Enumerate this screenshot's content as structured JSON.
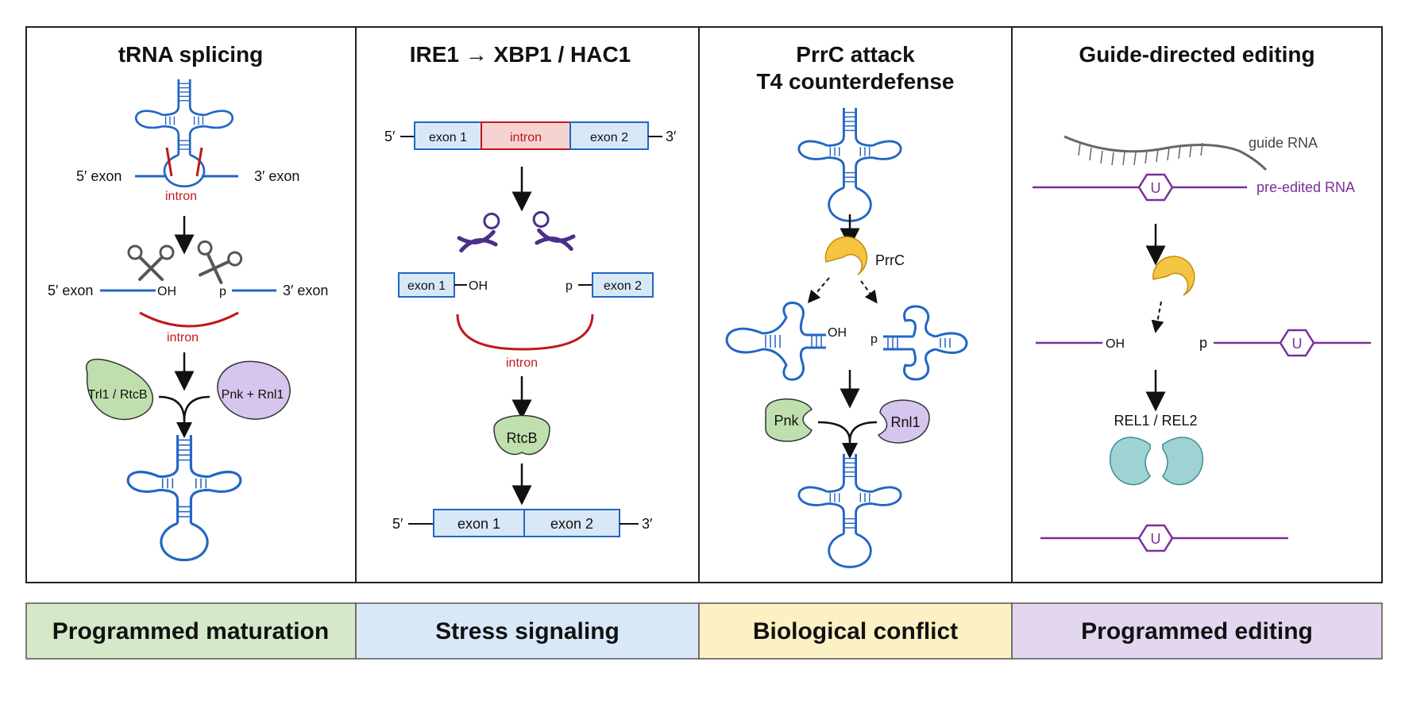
{
  "panels": [
    {
      "title": "tRNA splicing",
      "labels": {
        "five_exon": "5′ exon",
        "three_exon": "3′ exon",
        "intron": "intron",
        "oh": "OH",
        "p": "p",
        "enzyme_left": "Trl1 / RtcB",
        "enzyme_right": "Pnk + Rnl1"
      }
    },
    {
      "title": "IRE1 → XBP1 / HAC1",
      "labels": {
        "five": "5′",
        "three": "3′",
        "exon1": "exon 1",
        "exon2": "exon 2",
        "intron": "intron",
        "oh": "OH",
        "p": "p",
        "ligase": "RtcB"
      }
    },
    {
      "title_line1": "PrrC attack",
      "title_line2": "T4 counterdefense",
      "labels": {
        "prrc": "PrrC",
        "oh": "OH",
        "p": "p",
        "pnk": "Pnk",
        "rnl1": "Rnl1"
      }
    },
    {
      "title": "Guide-directed editing",
      "labels": {
        "guide": "guide RNA",
        "pre_edited": "pre-edited RNA",
        "u": "U",
        "oh": "OH",
        "p": "p",
        "rel": "REL1 / REL2"
      }
    }
  ],
  "categories": [
    {
      "label": "Programmed maturation",
      "color": "#d5e9c8"
    },
    {
      "label": "Stress signaling",
      "color": "#d8e8f7"
    },
    {
      "label": "Biological conflict",
      "color": "#fbf1c4"
    },
    {
      "label": "Programmed editing",
      "color": "#e3d6ef"
    }
  ],
  "colors": {
    "rna_blue": "#2266c4",
    "intron_red": "#c0181c",
    "exon_fill": "#d8e8f7",
    "intron_fill": "#f6d3d3",
    "green_enzyme": "#bfe0ae",
    "purple_enzyme": "#d6c5ec",
    "prrc_yellow": "#f5c542",
    "rel_teal": "#9fd3d3",
    "edit_purple": "#7b2e9a"
  }
}
